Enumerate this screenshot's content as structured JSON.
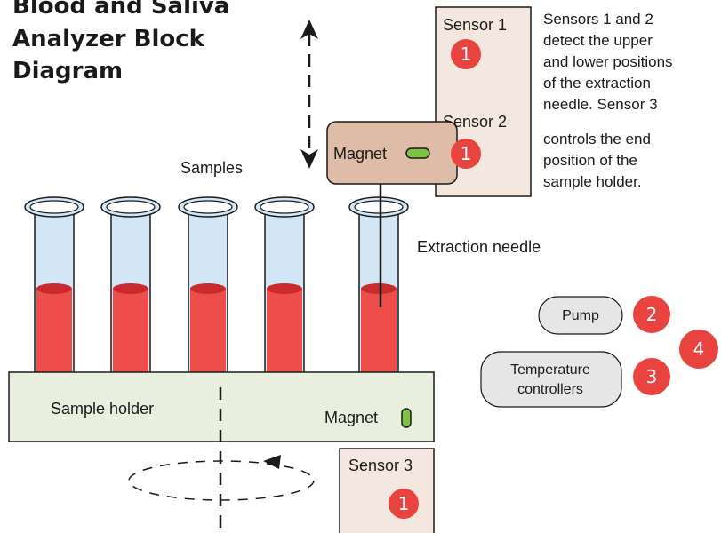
{
  "title": {
    "line1": "Blood and Saliva",
    "line2": "Analyzer Block",
    "line3": "Diagram"
  },
  "labels": {
    "samples": "Samples",
    "extraction_needle": "Extraction needle",
    "sample_holder": "Sample holder",
    "magnet_holder": "Magnet",
    "magnet_arm": "Magnet"
  },
  "sensors": {
    "sensor1": {
      "label": "Sensor 1",
      "badge": "1"
    },
    "sensor2": {
      "label": "Sensor 2",
      "badge": "1"
    },
    "sensor3": {
      "label": "Sensor 3",
      "badge": "1"
    }
  },
  "description": {
    "lines": [
      "Sensors 1 and 2",
      "detect the upper",
      "and lower positions",
      "of the extraction",
      "needle. Sensor 3",
      "controls the end",
      "position of the",
      "sample holder."
    ]
  },
  "components": {
    "pump": {
      "label": "Pump",
      "badge": "2"
    },
    "temperature": {
      "label_line1": "Temperature",
      "label_line2": "controllers",
      "badge": "3"
    },
    "group_badge": "4"
  },
  "colors": {
    "badge_red": "#e8433f",
    "blood_red": "#ee4e4b",
    "blood_top": "#c92a2e",
    "tube_blue": "#d3e6f5",
    "sensor_fill": "#f4e7df",
    "magnet_box_fill": "#dfbca8",
    "holder_fill": "#e9efdf",
    "magnet_green": "#7ec242",
    "pill_gray": "#e6e6e6"
  }
}
